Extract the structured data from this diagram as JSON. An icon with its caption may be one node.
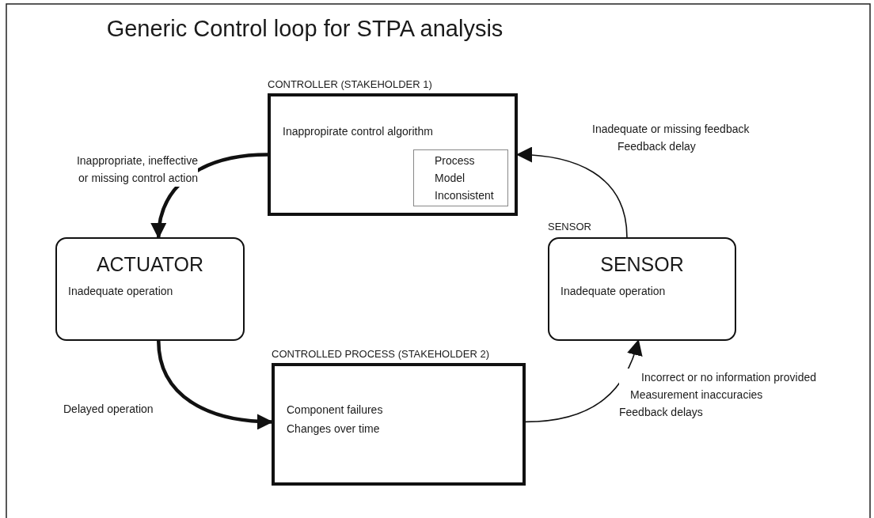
{
  "diagram": {
    "title": "Generic Control loop for STPA analysis",
    "nodes": [
      {
        "text": [
          "CONTROLLER (STAKEHOLDER 1)",
          "Inappropirate control algorithm"
        ]
      },
      {
        "text": [
          "Process Model Inconsistent"
        ],
        "in": 0
      },
      {
        "text": [
          "ACTUATOR",
          "Inadequate operation"
        ]
      },
      {
        "text": [
          "SENSOR",
          "Inadequate operation"
        ],
        "beside": [
          "SENSOR"
        ]
      },
      {
        "text": [
          "CONTROLLED PROCESS (STAKEHOLDER 2)",
          "Component failures Changes over time"
        ]
      }
    ],
    "edges": [
      {
        "from": 0,
        "to": 2,
        "arrow": "to",
        "label": "Inappropriate, ineffective or missing control action",
        "style": "thick"
      },
      {
        "from": 2,
        "to": 4,
        "arrow": "to",
        "label": "Delayed operation",
        "style": "thick"
      },
      {
        "from": 4,
        "to": 3,
        "arrow": "to",
        "label": "Incorrect or no information provided Measurement inaccuracies Feedback delays"
      },
      {
        "from": 3,
        "to": 0,
        "arrow": "to",
        "label": "Inadequate or missing feedback Feedback delay"
      }
    ]
  }
}
